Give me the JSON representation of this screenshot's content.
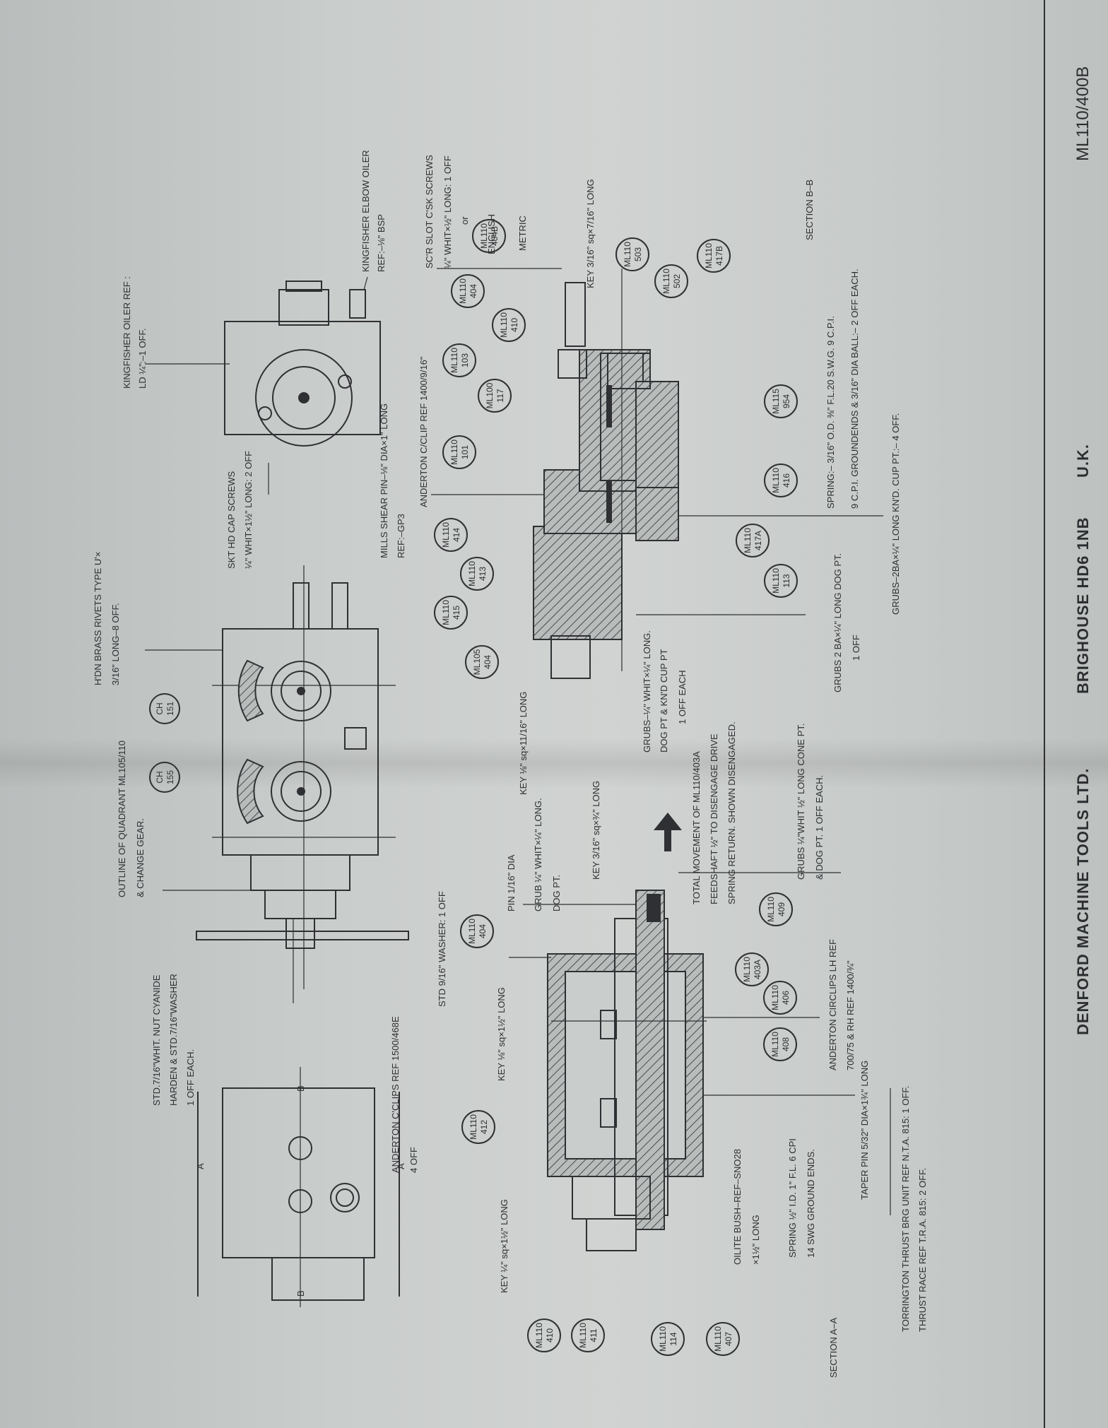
{
  "title_block": {
    "company": "DENFORD MACHINE TOOLS LTD.",
    "address": "BRIGHOUSE HD6 1NB",
    "country": "U.K.",
    "drawing_number": "ML110/400B"
  },
  "section_labels": {
    "aa": "SECTION A–A",
    "bb": "SECTION B–B"
  },
  "section_marks": {
    "a": "A",
    "b": "B"
  },
  "callouts": [
    {
      "text": "KINGFISHER OILER REF :"
    },
    {
      "text": "LD ¼\":–1 OFF."
    },
    {
      "text": "KINGFISHER ELBOW OILER"
    },
    {
      "text": "REF:–⅛\" BSP"
    },
    {
      "text": "SC'R SLOT C'SK SCREWS"
    },
    {
      "text": "¼\" WHIT×½\" LONG: 1 OFF"
    },
    {
      "text": "ENGLISH"
    },
    {
      "text": "or"
    },
    {
      "text": "METRIC"
    },
    {
      "text": "KEY 3/16\" sq×7/16\" LONG"
    },
    {
      "text": "ANDERTON C/CLIP REF 1400/9/16\""
    },
    {
      "text": "MILLS SHEAR PIN–⅛\" DIA×1\" LONG"
    },
    {
      "text": "REF:–GP3"
    },
    {
      "text": "SKT HD CAP SCREWS"
    },
    {
      "text": "¼\" WHIT×1½\" LONG: 2 OFF"
    },
    {
      "text": "H'DN BRASS RIVETS TYPE U'×"
    },
    {
      "text": "3/16\" LONG–8 OFF."
    },
    {
      "text": "OUTLINE OF QUADRANT ML105/110"
    },
    {
      "text": "& CHANGE GEAR."
    },
    {
      "text": "STD.7/16\"WHIT. NUT CYANIDE"
    },
    {
      "text": "HARDEN & STD.7/16\"WASHER"
    },
    {
      "text": "1 OFF EACH."
    },
    {
      "text": "ANDERTON C'CLIPS REF 1500/468E"
    },
    {
      "text": "4 OFF"
    },
    {
      "text": "STD 9/16\" WASHER: 1 OFF"
    },
    {
      "text": "PIN 1/16\" DIA"
    },
    {
      "text": "GRUB ¼\" WHIT×¼\" LONG."
    },
    {
      "text": "DOG PT."
    },
    {
      "text": "KEY 3/16\" sq×¾\" LONG"
    },
    {
      "text": "KEY ⅛\" sq×11/16\" LONG"
    },
    {
      "text": "GRUBS–¼\" WHIT×¼\" LONG."
    },
    {
      "text": "DOG PT & KN'D CUP PT"
    },
    {
      "text": "1 OFF EACH"
    },
    {
      "text": "TOTAL MOVEMENT OF ML110/403A"
    },
    {
      "text": "FEEDSHAFT ½\" TO DISENGAGE DRIVE"
    },
    {
      "text": "SPRING RETURN. SHOWN DISENGAGED."
    },
    {
      "text": "GRUBS ¼\"WHIT ½\" LONG CONE PT."
    },
    {
      "text": "& DOG PT. 1 OFF EACH."
    },
    {
      "text": "ANDERTON CIRCLIPS LH REF"
    },
    {
      "text": "700/75 & RH REF 1400/¾\""
    },
    {
      "text": "TAPER PIN 5/32\" DIA×1¾\" LONG"
    },
    {
      "text": "KEY ⅛\" sq×1½\" LONG"
    },
    {
      "text": "KEY ¼\" sq×1½\" LONG"
    },
    {
      "text": "OILITE BUSH–REF–SNO28"
    },
    {
      "text": "×1½\" LONG"
    },
    {
      "text": "SPRING ½\" I.D. 1\" F.L. 6 CPI"
    },
    {
      "text": "14 SWG GROUND ENDS."
    },
    {
      "text": "TORRINGTON THRUST BRG UNIT REF N.T.A. 815: 1 OFF."
    },
    {
      "text": "THRUST RACE REF T.R.A. 815: 2 OFF."
    },
    {
      "text": "GRUBS 2 BA×¼\" LONG DOG PT."
    },
    {
      "text": "1 OFF"
    },
    {
      "text": "SPRING:– 3/16\" O.D. ⅜\" F.L.20 S.W.G. 9 C.P.I."
    },
    {
      "text": "9 C.P.I. GROUNDENDS & 3/16\" DIA BALL:– 2 OFF EACH."
    },
    {
      "text": "GRUBS–2BA×¼\" LONG KN'D. CUP PT.:– 4 OFF."
    }
  ],
  "balloons": [
    {
      "top": "ML110",
      "bottom": "404"
    },
    {
      "top": "ML110",
      "bottom": "404B"
    },
    {
      "top": "ML110",
      "bottom": "410"
    },
    {
      "top": "ML110",
      "bottom": "103"
    },
    {
      "top": "ML100",
      "bottom": "117"
    },
    {
      "top": "ML110",
      "bottom": "503"
    },
    {
      "top": "ML110",
      "bottom": "502"
    },
    {
      "top": "ML110",
      "bottom": "417B"
    },
    {
      "top": "ML110",
      "bottom": "101"
    },
    {
      "top": "ML115",
      "bottom": "954"
    },
    {
      "top": "ML110",
      "bottom": "414"
    },
    {
      "top": "ML110",
      "bottom": "413"
    },
    {
      "top": "ML110",
      "bottom": "415"
    },
    {
      "top": "ML105",
      "bottom": "404"
    },
    {
      "top": "ML110",
      "bottom": "416"
    },
    {
      "top": "ML110",
      "bottom": "417A"
    },
    {
      "top": "ML110",
      "bottom": "113"
    },
    {
      "top": "CH",
      "bottom": "151"
    },
    {
      "top": "CH",
      "bottom": "155"
    },
    {
      "top": "ML110",
      "bottom": "404"
    },
    {
      "top": "ML110",
      "bottom": "409"
    },
    {
      "top": "ML110",
      "bottom": "403A"
    },
    {
      "top": "ML110",
      "bottom": "406"
    },
    {
      "top": "ML110",
      "bottom": "408"
    },
    {
      "top": "ML110",
      "bottom": "412"
    },
    {
      "top": "ML110",
      "bottom": "410"
    },
    {
      "top": "ML110",
      "bottom": "411"
    },
    {
      "top": "ML110",
      "bottom": "114"
    },
    {
      "top": "ML110",
      "bottom": "407"
    }
  ]
}
